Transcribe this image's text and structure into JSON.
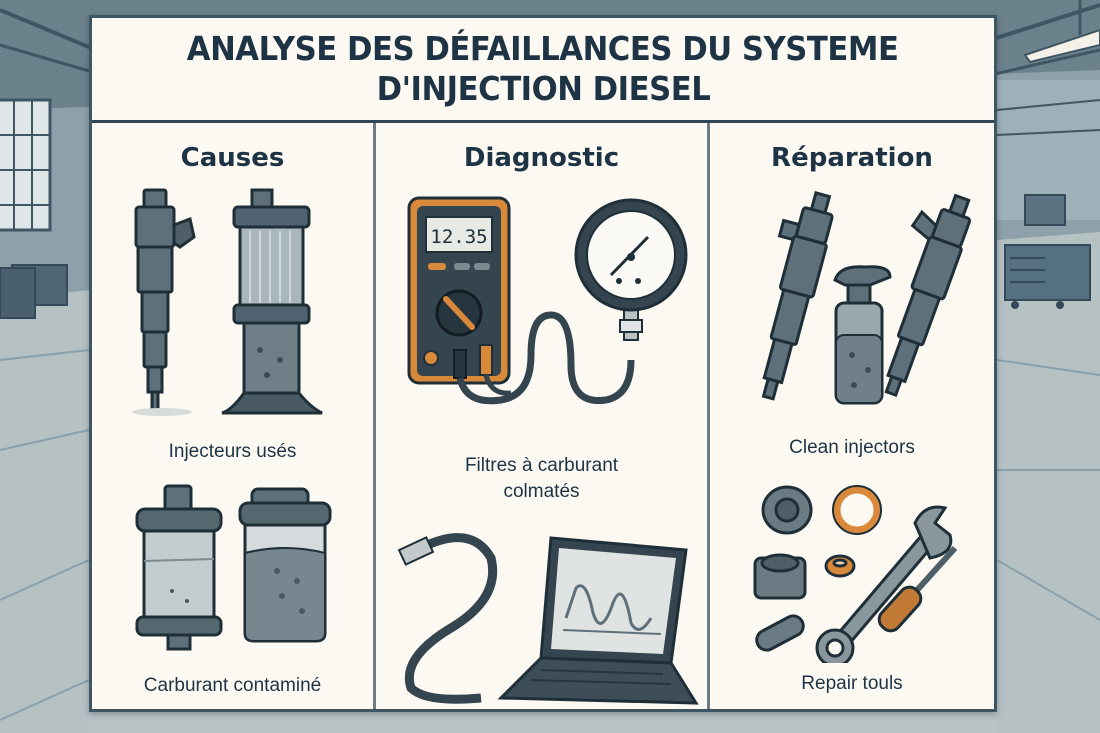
{
  "title": {
    "line1": "ANALYSE DES DÉFAILLANCES DU SYSTEME",
    "line2": "D'INJECTION DIESEL"
  },
  "columns": [
    {
      "heading": "Causes",
      "items": [
        {
          "label": "Injecteurs usés",
          "icon": "worn-injector-and-clogged-filter-icon"
        },
        {
          "label": "Carburant contaminé",
          "icon": "contaminated-fuel-containers-icon"
        }
      ]
    },
    {
      "heading": "Diagnostic",
      "items": [
        {
          "label": "Filtres à carburant",
          "label2": "colmatés",
          "icon": "multimeter-and-pressure-gauge-icon"
        },
        {
          "label": "",
          "icon": "diagnostic-laptop-icon"
        }
      ],
      "multimeter_reading": "12.35"
    },
    {
      "heading": "Réparation",
      "items": [
        {
          "label": "Clean injectors",
          "icon": "injectors-and-cleaner-bottle-icon"
        },
        {
          "label": "Repair touls",
          "icon": "repair-tools-icon"
        }
      ]
    }
  ],
  "colors": {
    "ink": "#1e3444",
    "frame": "#3e5562",
    "paper": "#fcf9f2",
    "steel": "#5b6e78",
    "accent_orange": "#d9893a",
    "background": "#7d929c"
  }
}
